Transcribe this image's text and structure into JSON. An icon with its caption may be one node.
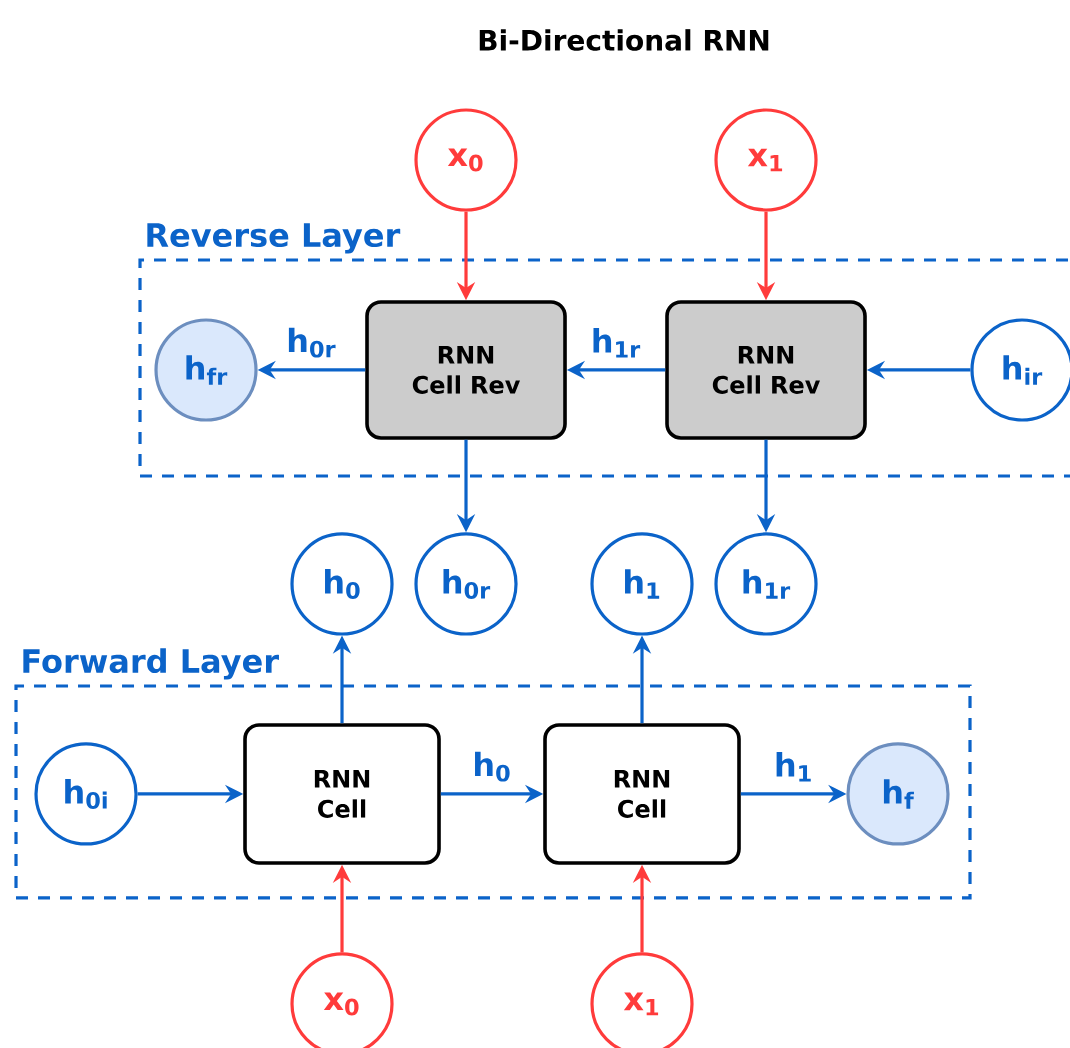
{
  "diagram": {
    "title": "Bi-Directional RNN",
    "nodes": [
      {
        "text": [
          "x$_{0}$"
        ]
      },
      {
        "text": [
          "x$_{1}$"
        ]
      },
      {
        "text": [
          "Reverse Layer"
        ]
      },
      {
        "text": [
          "h$_{fr}$"
        ],
        "in": 2
      },
      {
        "text": [
          "RNN Cell Rev"
        ],
        "in": 2
      },
      {
        "text": [
          "RNN Cell Rev"
        ],
        "in": 2
      },
      {
        "text": [
          "h$_{ir}$"
        ],
        "in": 2
      },
      {
        "text": [
          "h$_{0}$"
        ]
      },
      {
        "text": [
          "h$_{0r}$"
        ]
      },
      {
        "text": [
          "h$_{1}$"
        ]
      },
      {
        "text": [
          "h$_{1r}$"
        ]
      },
      {
        "text": [
          "Forward Layer"
        ]
      },
      {
        "text": [
          "h$_{0i}$"
        ],
        "in": 11
      },
      {
        "text": [
          "RNN Cell"
        ],
        "in": 11
      },
      {
        "text": [
          "RNN Cell"
        ],
        "in": 11
      },
      {
        "text": [
          "h$_{f}$"
        ],
        "in": 11
      },
      {
        "text": [
          "x$_{0}$"
        ]
      },
      {
        "text": [
          "x$_{1}$"
        ]
      }
    ],
    "edges": [
      {
        "from": 0,
        "to": 4,
        "arrow": "to",
        "color": "#ff3b3b"
      },
      {
        "from": 1,
        "to": 5,
        "arrow": "to",
        "color": "#ff3b3b"
      },
      {
        "from": 6,
        "to": 5,
        "arrow": "to"
      },
      {
        "from": 5,
        "to": 4,
        "arrow": "to",
        "label": "h$_{1r}$"
      },
      {
        "from": 4,
        "to": 3,
        "arrow": "to",
        "label": "h$_{0r}$"
      },
      {
        "from": 4,
        "to": 8,
        "arrow": "to"
      },
      {
        "from": 5,
        "to": 10,
        "arrow": "to"
      },
      {
        "from": 12,
        "to": 13,
        "arrow": "to"
      },
      {
        "from": 13,
        "to": 14,
        "arrow": "to",
        "label": "h$_{0}$"
      },
      {
        "from": 14,
        "to": 15,
        "arrow": "to",
        "label": "h$_{1}$"
      },
      {
        "from": 13,
        "to": 7,
        "arrow": "to"
      },
      {
        "from": 14,
        "to": 9,
        "arrow": "to"
      },
      {
        "from": 16,
        "to": 13,
        "arrow": "to",
        "color": "#ff3b3b"
      },
      {
        "from": 17,
        "to": 14,
        "arrow": "to",
        "color": "#ff3b3b"
      }
    ]
  }
}
